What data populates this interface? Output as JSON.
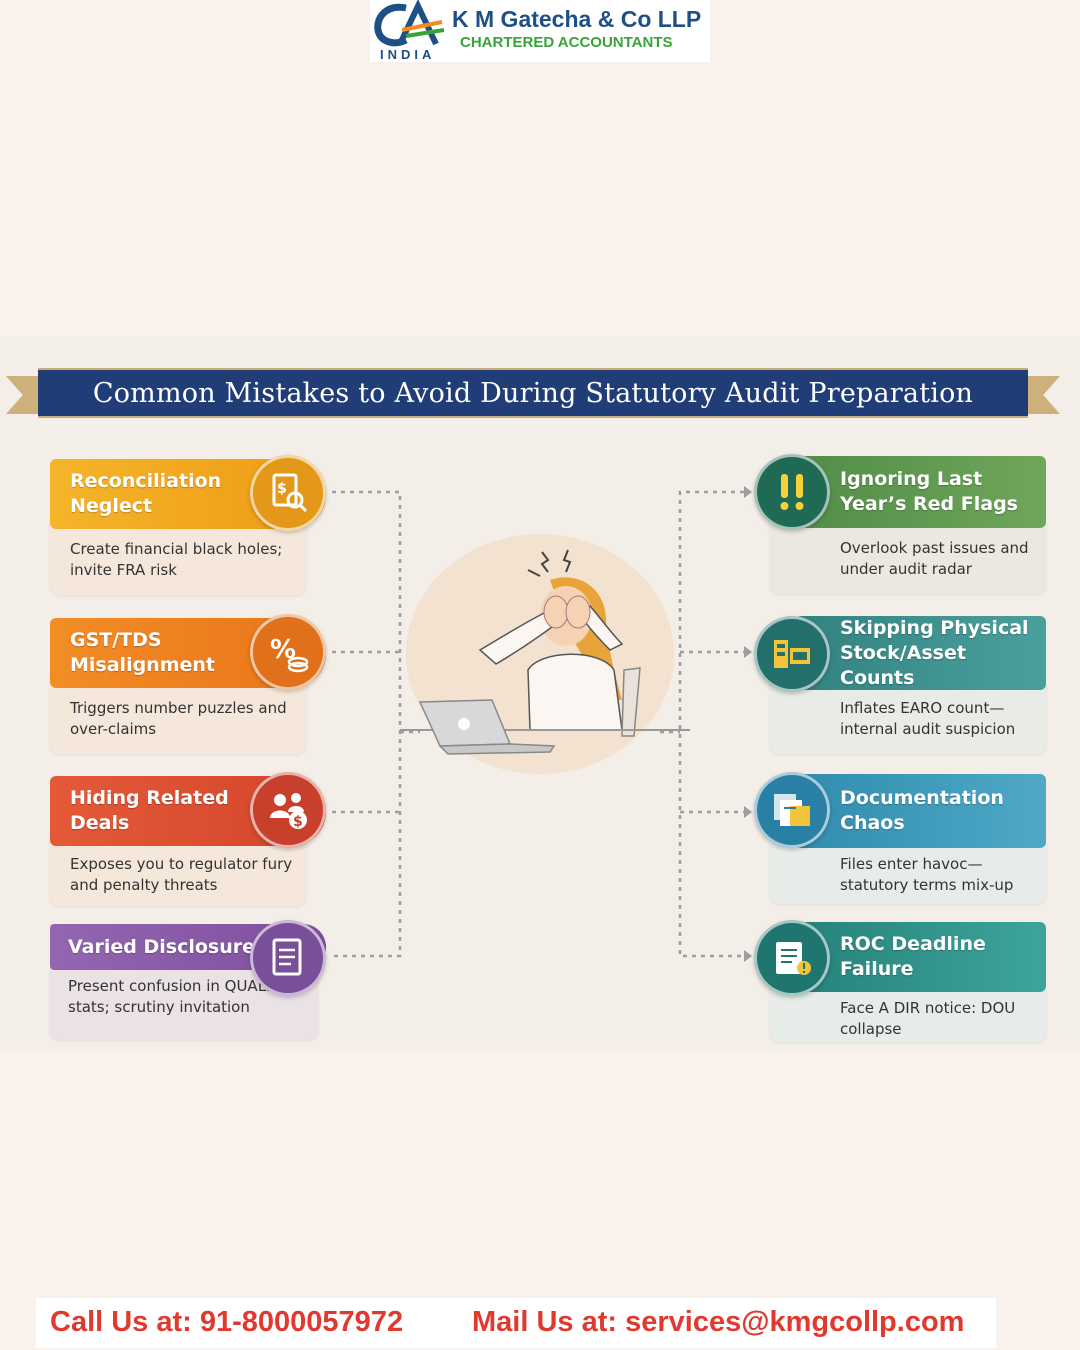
{
  "logo": {
    "letters": "CA",
    "country": "INDIA",
    "firm_name": "K M Gatecha & Co LLP",
    "tagline": "CHARTERED ACCOUNTANTS"
  },
  "title": "Common Mistakes to Avoid During Statutory Audit Preparation",
  "left_cards": [
    {
      "title": "Reconciliation Neglect",
      "desc": "Create financial black holes; invite FRA risk",
      "icon": "document-search-icon",
      "color": "#f0a81b"
    },
    {
      "title": "GST/TDS Misalignment",
      "desc": "Triggers number puzzles and over-claims",
      "icon": "percent-coins-icon",
      "color": "#ee7f1e"
    },
    {
      "title": "Hiding Related Deals",
      "desc": "Exposes you to regulator fury and penalty threats",
      "icon": "people-money-icon",
      "color": "#df4f32"
    },
    {
      "title": "Varied Disclosures",
      "desc": "Present confusion in QUALIT stats; scrutiny invitation",
      "icon": "document-icon",
      "color": "#8a5ba8"
    }
  ],
  "right_cards": [
    {
      "title": "Ignoring Last Year’s Red Flags",
      "desc": "Overlook past issues and under audit radar",
      "icon": "exclamation-icon",
      "color": "#5e9a4f"
    },
    {
      "title": "Skipping Physical Stock/Asset Counts",
      "desc": "Inflates EARO count—internal audit suspicion",
      "icon": "inventory-icon",
      "color": "#3e918f"
    },
    {
      "title": "Documentation Chaos",
      "desc": "Files enter havoc—statutory terms mix-up",
      "icon": "files-icon",
      "color": "#3d95b8"
    },
    {
      "title": "ROC Deadline Failure",
      "desc": "Face A DIR notice: DOU collapse",
      "icon": "notice-icon",
      "color": "#2f948a"
    }
  ],
  "footer": {
    "call": "Call Us at: 91-8000057972",
    "mail": "Mail Us at: services@kmgcollp.com"
  },
  "colors": {
    "banner": "#213d78",
    "footer_text": "#e0392f",
    "logo_blue": "#1e4f86",
    "logo_green": "#38a33a"
  }
}
